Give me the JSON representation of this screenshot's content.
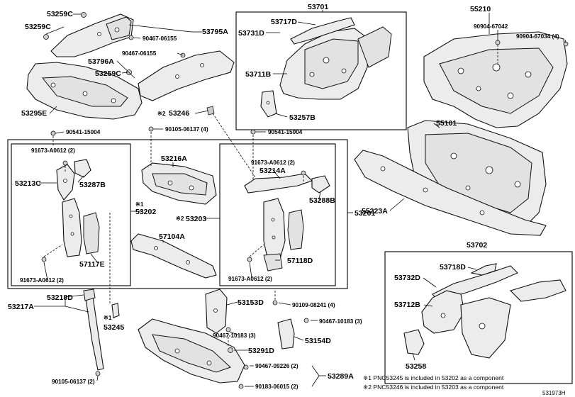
{
  "labels": {
    "p53259C_a": "53259C",
    "p53259C_b": "53259C",
    "p53259C_c": "53259C",
    "p90467_06155_a": "90467-06155",
    "p90467_06155_b": "90467-06155",
    "p53795A": "53795A",
    "p53796A": "53796A",
    "p53295E": "53295E",
    "p53701": "53701",
    "p53717D": "53717D",
    "p53731D": "53731D",
    "p53711B": "53711B",
    "p53257B": "53257B",
    "p55210": "55210",
    "p90904_67042": "90904-67042",
    "p90904_67034": "90904-67034 (4)",
    "p53246": "53246",
    "p55101": "55101",
    "p90541_15004_a": "90541-15004",
    "p90105_06137_4": "90105-06137 (4)",
    "p90541_15004_b": "90541-15004",
    "p91673_A0612_a": "91673-A0612 (2)",
    "p53213C": "53213C",
    "p53287B": "53287B",
    "p53216A": "53216A",
    "p53202": "53202",
    "p53203": "53203",
    "p91673_A0612_b": "91673-A0612 (2)",
    "p53214A": "53214A",
    "p53288B": "53288B",
    "p53201": "53201",
    "p55223A": "55223A",
    "p57104A": "57104A",
    "p57117E": "57117E",
    "p91673_A0612_c": "91673-A0612 (2)",
    "p57118D": "57118D",
    "p91673_A0612_d": "91673-A0612 (2)",
    "p53702": "53702",
    "p53718D": "53718D",
    "p53732D": "53732D",
    "p53712B": "53712B",
    "p53258": "53258",
    "p53217A": "53217A",
    "p53218D": "53218D",
    "p53245": "53245",
    "p90105_06137_2": "90105-06137 (2)",
    "p53153D": "53153D",
    "p90109_08241": "90109-08241 (4)",
    "p90467_10183_a": "90467-10183 (3)",
    "p90467_10183_b": "90467-10183 (3)",
    "p53154D": "53154D",
    "p53291D": "53291D",
    "p90467_09226": "90467-09226 (2)",
    "p90183_06015": "90183-06015 (2)",
    "p53289A": "53289A",
    "mark1": "※1",
    "mark2_a": "※2",
    "mark2_b": "※2",
    "mark1_b": "※1",
    "note1": "※1 PNC53245 is included in 53202 as a component",
    "note2": "※2 PNC53246 is included in 53203 as a component",
    "diagram_id": "531973H"
  }
}
